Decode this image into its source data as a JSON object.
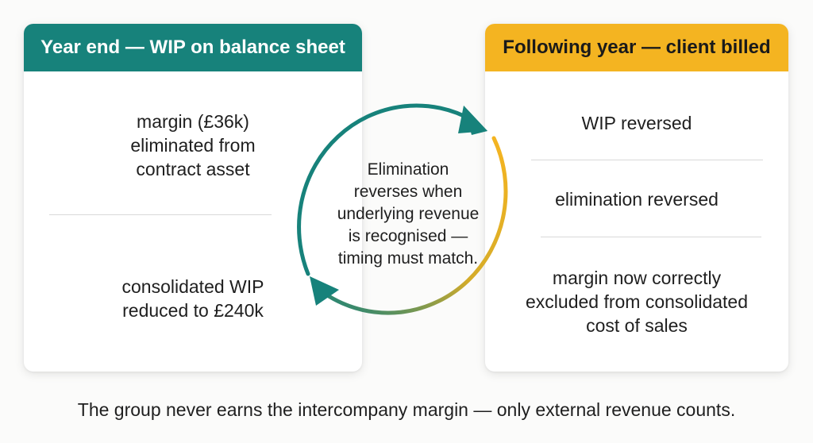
{
  "left_card": {
    "title": "Year end — WIP on balance sheet",
    "items": [
      "margin (£36k)\neliminated from\ncontract asset",
      "consolidated WIP\nreduced to £240k"
    ]
  },
  "right_card": {
    "title": "Following year — client billed",
    "items": [
      "WIP reversed",
      "elimination reversed",
      "margin now correctly\nexcluded from consolidated\ncost of sales"
    ]
  },
  "center_note": "Elimination\nreverses when\nunderlying revenue\nis recognised —\ntiming must match.",
  "footer": "The group never earns the intercompany margin — only external revenue counts.",
  "colors": {
    "teal": "#17827b",
    "amber": "#f4b421"
  }
}
